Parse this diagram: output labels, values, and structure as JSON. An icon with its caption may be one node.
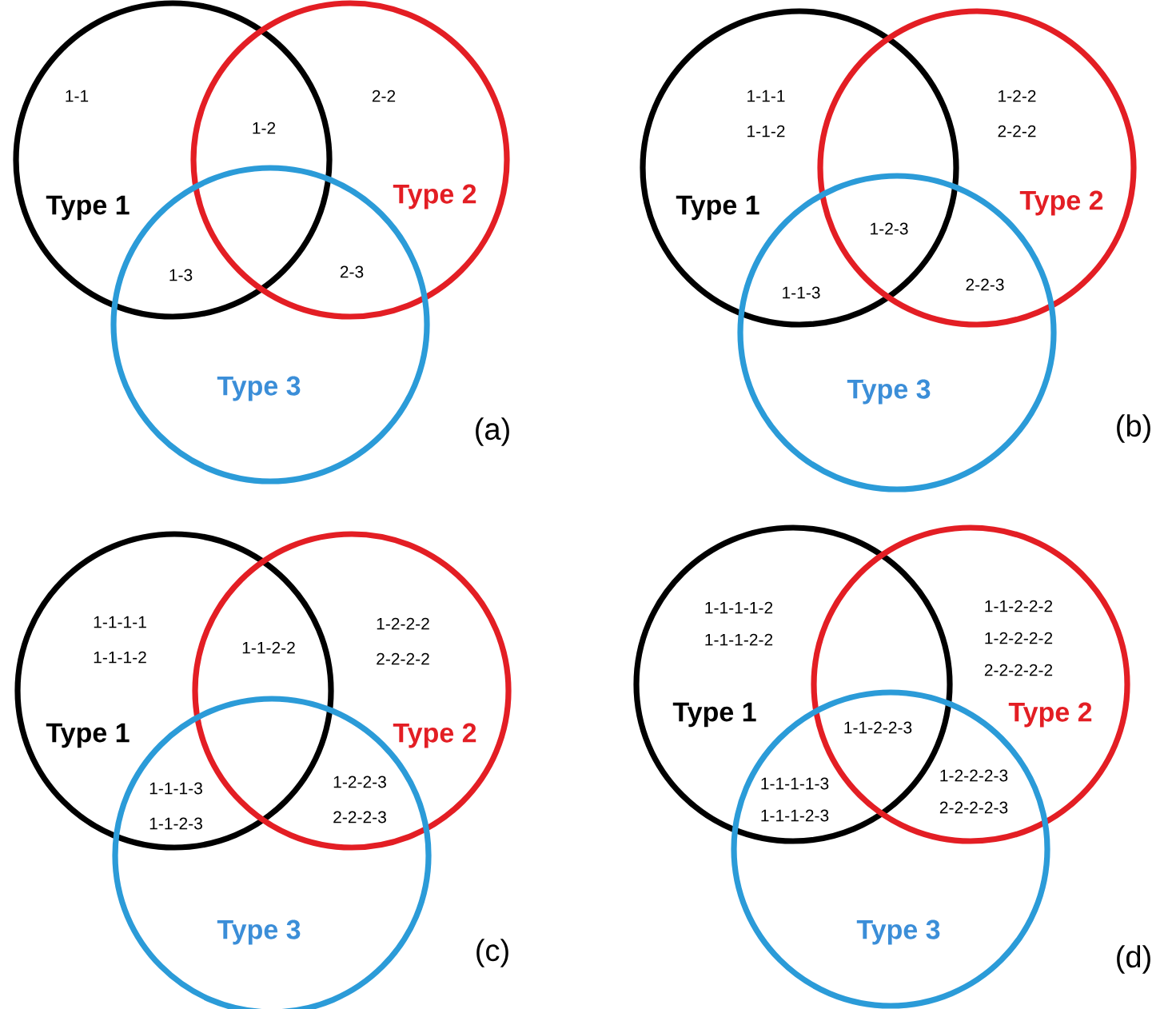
{
  "diagram": {
    "nodes": [
      {
        "text": [
          "Type 1"
        ]
      },
      {
        "text": [
          "Type 2"
        ]
      },
      {
        "text": [
          "Type 3"
        ]
      },
      {
        "text": [
          "Type 1"
        ]
      },
      {
        "text": [
          "Type 2"
        ]
      },
      {
        "text": [
          "Type 3"
        ]
      },
      {
        "text": [
          "Type 1"
        ]
      },
      {
        "text": [
          "Type 2"
        ]
      },
      {
        "text": [
          "Type 3"
        ]
      },
      {
        "text": [
          "Type 1"
        ]
      },
      {
        "text": [
          "Type 2"
        ]
      },
      {
        "text": [
          "Type 3"
        ]
      }
    ],
    "labels": [
      "1-1",
      "2-2",
      "1-2",
      "1-3",
      "2-3",
      "(a)",
      "1-1-1",
      "1-2-2",
      "1-1-2",
      "2-2-2",
      "1-2-3",
      "2-2-3",
      "1-1-3",
      "(b)",
      "1-1-1-1",
      "1-2-2-2",
      "1-1-2-2",
      "1-1-1-2",
      "2-2-2-2",
      "1-1-1-3",
      "1-2-2-3",
      "1-1-2-3",
      "2-2-2-3",
      "(c)",
      "1-1-1-1-2",
      "1-1-2-2-2",
      "1-1-1-2-2",
      "1-2-2-2-2",
      "2-2-2-2-2",
      "1-1-2-2-3",
      "1-1-1-1-3",
      "1-2-2-2-3",
      "1-1-1-2-3",
      "2-2-2-2-3",
      "(d)"
    ]
  }
}
